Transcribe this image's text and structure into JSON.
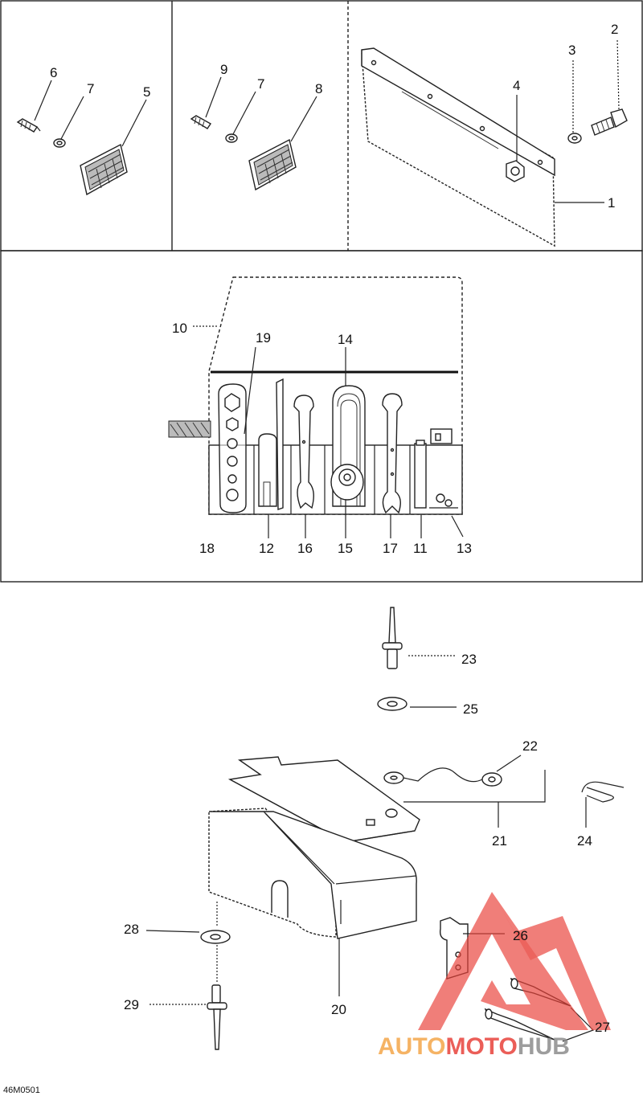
{
  "drawing_code": "46M0501",
  "watermark": {
    "brand_part1": "AUTO",
    "brand_part2": "MOTO",
    "brand_part3": "HUB",
    "color_orange": "#f4a64a",
    "color_red": "#e8423b",
    "color_gray": "#8c8c8c"
  },
  "callouts": {
    "c1": "1",
    "c2": "2",
    "c3": "3",
    "c4": "4",
    "c5": "5",
    "c6": "6",
    "c7a": "7",
    "c7b": "7",
    "c8": "8",
    "c9": "9",
    "c10": "10",
    "c11": "11",
    "c12": "12",
    "c13": "13",
    "c14": "14",
    "c15": "15",
    "c16": "16",
    "c17": "17",
    "c18": "18",
    "c19": "19",
    "c20": "20",
    "c21": "21",
    "c22": "22",
    "c23": "23",
    "c24": "24",
    "c25": "25",
    "c26": "26",
    "c27": "27",
    "c28": "28",
    "c29": "29"
  }
}
